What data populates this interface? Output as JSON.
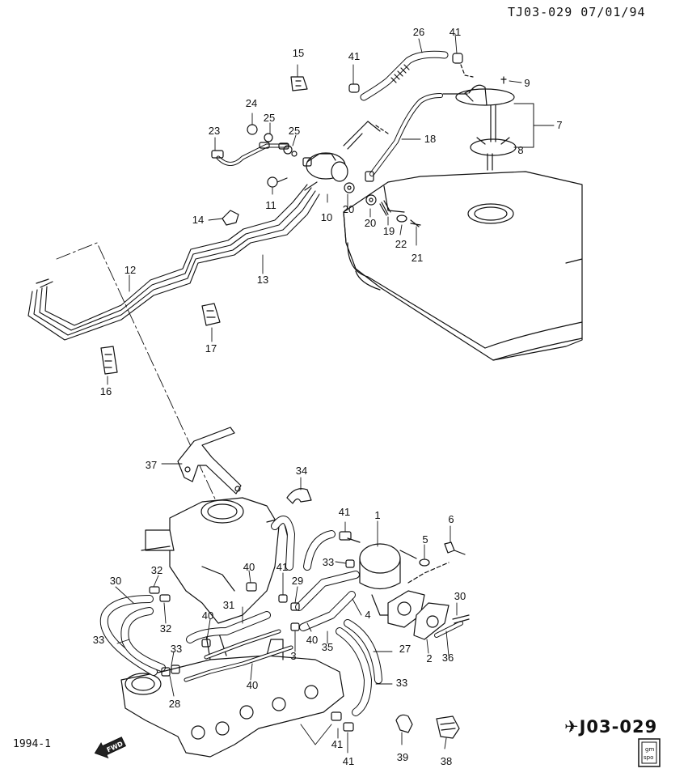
{
  "header": {
    "doc_id": "TJ03-029 07/01/94"
  },
  "footer": {
    "diagram_code": "J03-029",
    "year_code": "1994-1",
    "fwd_label": "FWD",
    "logo_top": "gm",
    "logo_bottom": "spo"
  },
  "callouts": [
    "26",
    "41",
    "9",
    "7",
    "8",
    "15",
    "41",
    "24",
    "25",
    "23",
    "25",
    "18",
    "11",
    "10",
    "20",
    "20",
    "19",
    "14",
    "22",
    "21",
    "12",
    "13",
    "17",
    "16",
    "37",
    "34",
    "1",
    "41",
    "6",
    "5",
    "40",
    "41",
    "33",
    "32",
    "30",
    "32",
    "31",
    "40",
    "33",
    "29",
    "40",
    "4",
    "30",
    "33",
    "28",
    "35",
    "27",
    "40",
    "3",
    "2",
    "36",
    "33",
    "41",
    "41",
    "39",
    "38"
  ]
}
